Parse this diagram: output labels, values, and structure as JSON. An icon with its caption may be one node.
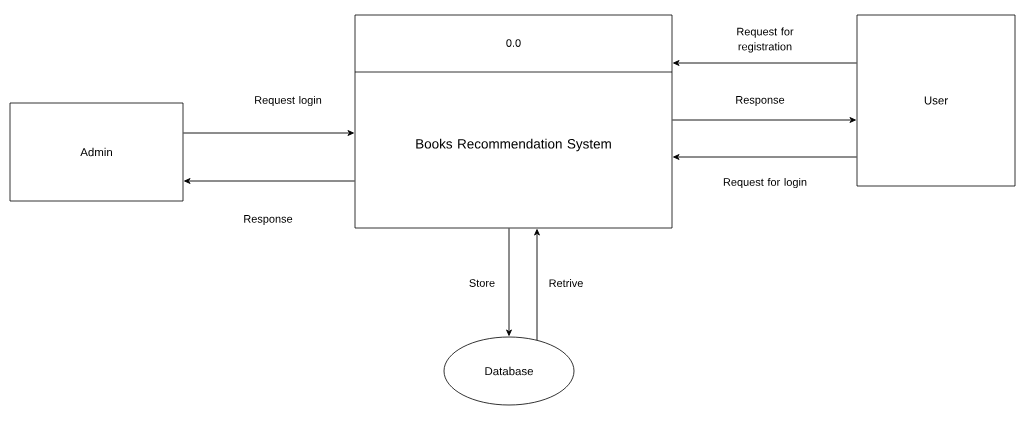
{
  "diagram": {
    "nodes": [
      {
        "text": [
          "Admin"
        ]
      },
      {
        "text": [
          "0.0",
          "Books Recommendation System"
        ]
      },
      {
        "text": [
          "User"
        ]
      },
      {
        "text": [
          "Database"
        ]
      }
    ],
    "edges": [
      {
        "from": 0,
        "to": 1,
        "arrow": "to",
        "label": "Request login"
      },
      {
        "from": 1,
        "to": 0,
        "arrow": "to",
        "label": "Response"
      },
      {
        "from": 2,
        "to": 1,
        "arrow": "to",
        "label": "Request for registration"
      },
      {
        "from": 1,
        "to": 2,
        "arrow": "to",
        "label": "Response"
      },
      {
        "from": 2,
        "to": 1,
        "arrow": "to",
        "label": "Request for login"
      },
      {
        "from": 1,
        "to": 3,
        "arrow": "to",
        "label": "Store"
      },
      {
        "from": 3,
        "to": 1,
        "arrow": "to",
        "label": "Retrive"
      }
    ]
  }
}
